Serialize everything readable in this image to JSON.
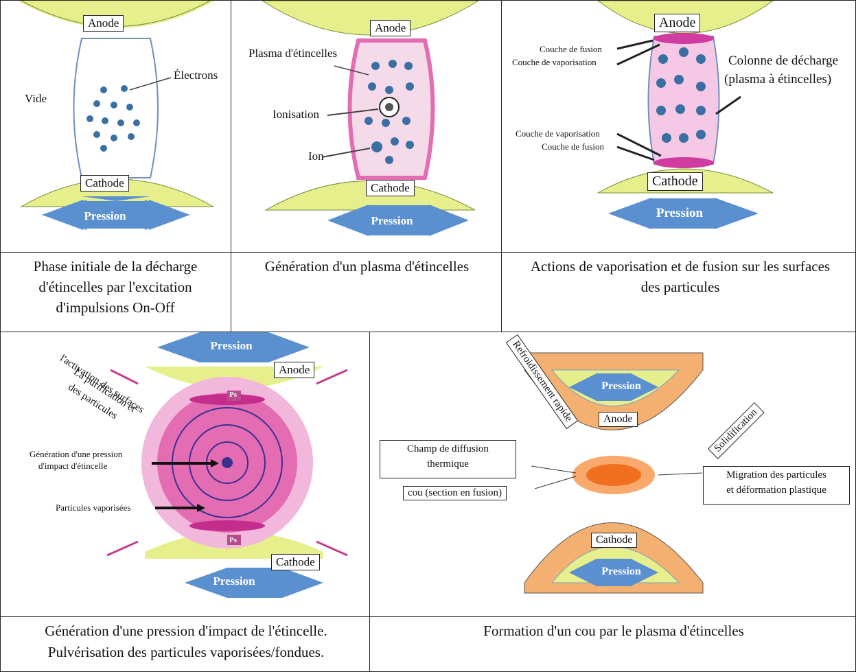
{
  "panels": {
    "p1": {
      "anode": "Anode",
      "cathode": "Cathode",
      "pression": "Pression",
      "vide": "Vide",
      "electrons": "Électrons",
      "caption": "Phase initiale de la décharge d'étincelles par l'excitation d'impulsions On-Off"
    },
    "p2": {
      "anode": "Anode",
      "cathode": "Cathode",
      "pression": "Pression",
      "plasma": "Plasma d'étincelles",
      "ionisation": "Ionisation",
      "ion": "Ion",
      "caption": "Génération d'un plasma d'étincelles"
    },
    "p3": {
      "anode": "Anode",
      "cathode": "Cathode",
      "pression": "Pression",
      "fusion_top": "Couche de fusion",
      "vapor_top": "Couche de vaporisation",
      "vapor_bottom": "Couche de vaporisation",
      "fusion_bottom": "Couche de fusion",
      "colonne_1": "Colonne de décharge",
      "colonne_2": "(plasma à étincelles)",
      "caption": "Actions de vaporisation et de fusion sur les surfaces des particules"
    },
    "p4": {
      "anode": "Anode",
      "cathode": "Cathode",
      "pression_top": "Pression",
      "pression_bottom": "Pression",
      "ps_top": "Ps",
      "ps_bottom": "Ps",
      "purif_1": "La purification et",
      "purif_2": "l'activation des surfaces",
      "purif_3": "des particules",
      "gen_1": "Génération d'une pression",
      "gen_2": "d'impact d'étincelle",
      "vapor": "Particules vaporisées",
      "caption_1": "Génération d'une pression d'impact de l'étincelle.",
      "caption_2": "Pulvérisation des particules vaporisées/fondues."
    },
    "p5": {
      "anode": "Anode",
      "cathode": "Cathode",
      "pression_top": "Pression",
      "pression_bottom": "Pression",
      "refroid": "Refroidissement rapide",
      "solid": "Solidification",
      "champ_1": "Champ de diffusion",
      "champ_2": "thermique",
      "cou": "cou (section en fusion)",
      "migr_1": "Migration des particules",
      "migr_2": "et déformation plastique",
      "caption": "Formation d'un cou par le plasma d'étincelles"
    }
  },
  "colors": {
    "electrode": "#e6ef8c",
    "arrow_blue": "#5a8fd0",
    "plasma_pink": "#e36cb3",
    "particle": "#3a6fa3",
    "neck_orange": "#f48a2a"
  }
}
